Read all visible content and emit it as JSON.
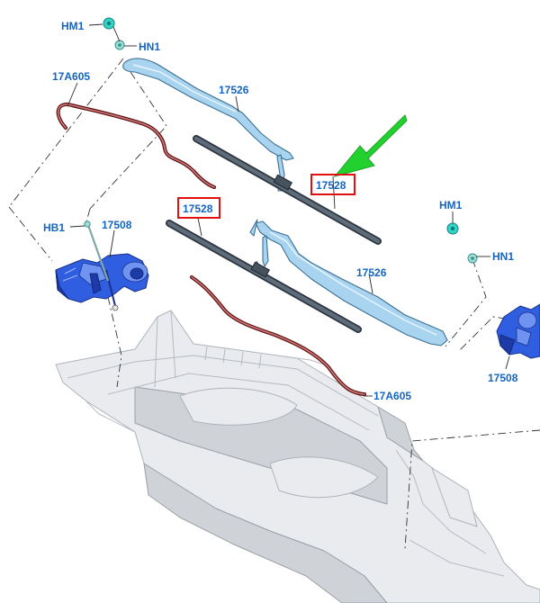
{
  "labels": {
    "hm1_top": "HM1",
    "hn1_top": "HN1",
    "hose_left": "17A605",
    "arm_upper": "17526",
    "blade_upper": "17528",
    "blade_lower": "17528",
    "hb1": "HB1",
    "motor_left": "17508",
    "hm1_right": "HM1",
    "hn1_right": "HN1",
    "arm_lower": "17526",
    "motor_right": "17508",
    "hose_right": "17A605"
  },
  "colors": {
    "label": "#1565c0",
    "highlight_box": "#e01010",
    "arrow": "#22d12e",
    "wiper_arm": "#a9d4f0",
    "wiper_blade": "#2b3540",
    "washer_hose": "#8b1a1a",
    "motor": "#2f5fe0",
    "cowl_panel": "#e9ebee",
    "nut": "#31d6c8"
  },
  "icons": {
    "pointer": "green-arrow-icon",
    "fastener": "nut-icon"
  }
}
